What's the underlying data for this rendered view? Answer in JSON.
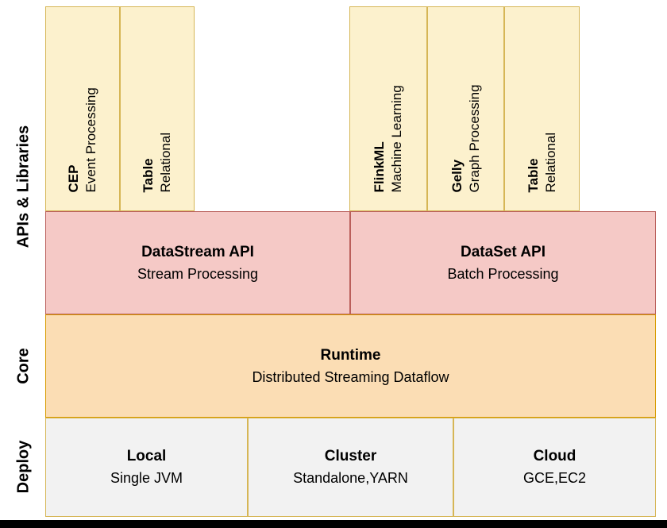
{
  "diagram": {
    "side_labels": [
      {
        "label": "APIs & Libraries"
      },
      {
        "label": "Core"
      },
      {
        "label": "Deploy"
      }
    ],
    "libraries": [
      {
        "title": "CEP",
        "subtitle": "Event Processing"
      },
      {
        "title": "Table",
        "subtitle": "Relational"
      },
      {
        "title": "FlinkML",
        "subtitle": "Machine Learning"
      },
      {
        "title": "Gelly",
        "subtitle": "Graph Processing"
      },
      {
        "title": "Table",
        "subtitle": "Relational"
      }
    ],
    "apis": [
      {
        "title": "DataStream API",
        "subtitle": "Stream Processing"
      },
      {
        "title": "DataSet API",
        "subtitle": "Batch Processing"
      }
    ],
    "runtime": {
      "title": "Runtime",
      "subtitle": "Distributed Streaming Dataflow"
    },
    "deploy": [
      {
        "title": "Local",
        "subtitle": "Single JVM"
      },
      {
        "title": "Cluster",
        "subtitle": "Standalone,YARN"
      },
      {
        "title": "Cloud",
        "subtitle": "GCE,EC2"
      }
    ],
    "colors": {
      "library_fill": "#FCF1CD",
      "library_border": "#D6B656",
      "api_fill": "#F5C9C6",
      "api_border": "#BA5F5B",
      "runtime_fill": "#FBDDB4",
      "runtime_border": "#D79B00",
      "deploy_fill": "#F2F2F2",
      "deploy_border": "#D6B656",
      "footer_bar": "#000000"
    }
  }
}
